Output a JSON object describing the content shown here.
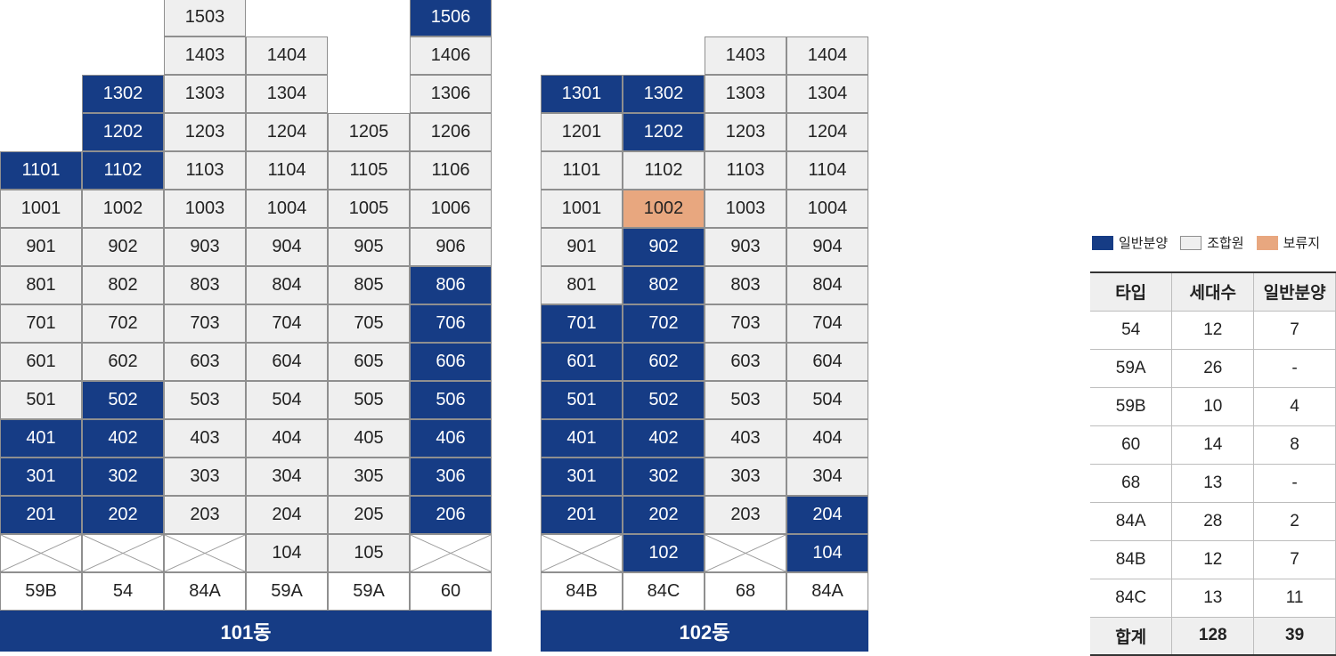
{
  "colors": {
    "general": "#163c85",
    "member": "#efefef",
    "reserve": "#e8a77f"
  },
  "buildings": [
    {
      "name": "101동",
      "columns": [
        {
          "type": "59B",
          "cells": [
            {
              "u": "1101",
              "s": "general"
            },
            {
              "u": "1001",
              "s": "member"
            },
            {
              "u": "901",
              "s": "member"
            },
            {
              "u": "801",
              "s": "member"
            },
            {
              "u": "701",
              "s": "member"
            },
            {
              "u": "601",
              "s": "member"
            },
            {
              "u": "501",
              "s": "member"
            },
            {
              "u": "401",
              "s": "general"
            },
            {
              "u": "301",
              "s": "general"
            },
            {
              "u": "201",
              "s": "general"
            },
            {
              "u": "",
              "s": "cross"
            }
          ]
        },
        {
          "type": "54",
          "cells": [
            {
              "u": "1302",
              "s": "general"
            },
            {
              "u": "1202",
              "s": "general"
            },
            {
              "u": "1102",
              "s": "general"
            },
            {
              "u": "1002",
              "s": "member"
            },
            {
              "u": "902",
              "s": "member"
            },
            {
              "u": "802",
              "s": "member"
            },
            {
              "u": "702",
              "s": "member"
            },
            {
              "u": "602",
              "s": "member"
            },
            {
              "u": "502",
              "s": "general"
            },
            {
              "u": "402",
              "s": "general"
            },
            {
              "u": "302",
              "s": "general"
            },
            {
              "u": "202",
              "s": "general"
            },
            {
              "u": "",
              "s": "cross"
            }
          ]
        },
        {
          "type": "84A",
          "cells": [
            {
              "u": "1503",
              "s": "member"
            },
            {
              "u": "1403",
              "s": "member"
            },
            {
              "u": "1303",
              "s": "member"
            },
            {
              "u": "1203",
              "s": "member"
            },
            {
              "u": "1103",
              "s": "member"
            },
            {
              "u": "1003",
              "s": "member"
            },
            {
              "u": "903",
              "s": "member"
            },
            {
              "u": "803",
              "s": "member"
            },
            {
              "u": "703",
              "s": "member"
            },
            {
              "u": "603",
              "s": "member"
            },
            {
              "u": "503",
              "s": "member"
            },
            {
              "u": "403",
              "s": "member"
            },
            {
              "u": "303",
              "s": "member"
            },
            {
              "u": "203",
              "s": "member"
            },
            {
              "u": "",
              "s": "cross"
            }
          ]
        },
        {
          "type": "59A",
          "cells": [
            {
              "u": "1404",
              "s": "member"
            },
            {
              "u": "1304",
              "s": "member"
            },
            {
              "u": "1204",
              "s": "member"
            },
            {
              "u": "1104",
              "s": "member"
            },
            {
              "u": "1004",
              "s": "member"
            },
            {
              "u": "904",
              "s": "member"
            },
            {
              "u": "804",
              "s": "member"
            },
            {
              "u": "704",
              "s": "member"
            },
            {
              "u": "604",
              "s": "member"
            },
            {
              "u": "504",
              "s": "member"
            },
            {
              "u": "404",
              "s": "member"
            },
            {
              "u": "304",
              "s": "member"
            },
            {
              "u": "204",
              "s": "member"
            },
            {
              "u": "104",
              "s": "member"
            }
          ]
        },
        {
          "type": "59A",
          "cells": [
            {
              "u": "1205",
              "s": "member"
            },
            {
              "u": "1105",
              "s": "member"
            },
            {
              "u": "1005",
              "s": "member"
            },
            {
              "u": "905",
              "s": "member"
            },
            {
              "u": "805",
              "s": "member"
            },
            {
              "u": "705",
              "s": "member"
            },
            {
              "u": "605",
              "s": "member"
            },
            {
              "u": "505",
              "s": "member"
            },
            {
              "u": "405",
              "s": "member"
            },
            {
              "u": "305",
              "s": "member"
            },
            {
              "u": "205",
              "s": "member"
            },
            {
              "u": "105",
              "s": "member"
            }
          ]
        },
        {
          "type": "60",
          "cells": [
            {
              "u": "1506",
              "s": "general"
            },
            {
              "u": "1406",
              "s": "member"
            },
            {
              "u": "1306",
              "s": "member"
            },
            {
              "u": "1206",
              "s": "member"
            },
            {
              "u": "1106",
              "s": "member"
            },
            {
              "u": "1006",
              "s": "member"
            },
            {
              "u": "906",
              "s": "member"
            },
            {
              "u": "806",
              "s": "general"
            },
            {
              "u": "706",
              "s": "general"
            },
            {
              "u": "606",
              "s": "general"
            },
            {
              "u": "506",
              "s": "general"
            },
            {
              "u": "406",
              "s": "general"
            },
            {
              "u": "306",
              "s": "general"
            },
            {
              "u": "206",
              "s": "general"
            },
            {
              "u": "",
              "s": "cross"
            }
          ]
        }
      ]
    },
    {
      "name": "102동",
      "columns": [
        {
          "type": "84B",
          "cells": [
            {
              "u": "1301",
              "s": "general"
            },
            {
              "u": "1201",
              "s": "member"
            },
            {
              "u": "1101",
              "s": "member"
            },
            {
              "u": "1001",
              "s": "member"
            },
            {
              "u": "901",
              "s": "member"
            },
            {
              "u": "801",
              "s": "member"
            },
            {
              "u": "701",
              "s": "general"
            },
            {
              "u": "601",
              "s": "general"
            },
            {
              "u": "501",
              "s": "general"
            },
            {
              "u": "401",
              "s": "general"
            },
            {
              "u": "301",
              "s": "general"
            },
            {
              "u": "201",
              "s": "general"
            },
            {
              "u": "",
              "s": "cross"
            }
          ]
        },
        {
          "type": "84C",
          "cells": [
            {
              "u": "1302",
              "s": "general"
            },
            {
              "u": "1202",
              "s": "general"
            },
            {
              "u": "1102",
              "s": "member"
            },
            {
              "u": "1002",
              "s": "reserve"
            },
            {
              "u": "902",
              "s": "general"
            },
            {
              "u": "802",
              "s": "general"
            },
            {
              "u": "702",
              "s": "general"
            },
            {
              "u": "602",
              "s": "general"
            },
            {
              "u": "502",
              "s": "general"
            },
            {
              "u": "402",
              "s": "general"
            },
            {
              "u": "302",
              "s": "general"
            },
            {
              "u": "202",
              "s": "general"
            },
            {
              "u": "102",
              "s": "general"
            }
          ]
        },
        {
          "type": "68",
          "cells": [
            {
              "u": "1403",
              "s": "member"
            },
            {
              "u": "1303",
              "s": "member"
            },
            {
              "u": "1203",
              "s": "member"
            },
            {
              "u": "1103",
              "s": "member"
            },
            {
              "u": "1003",
              "s": "member"
            },
            {
              "u": "903",
              "s": "member"
            },
            {
              "u": "803",
              "s": "member"
            },
            {
              "u": "703",
              "s": "member"
            },
            {
              "u": "603",
              "s": "member"
            },
            {
              "u": "503",
              "s": "member"
            },
            {
              "u": "403",
              "s": "member"
            },
            {
              "u": "303",
              "s": "member"
            },
            {
              "u": "203",
              "s": "member"
            },
            {
              "u": "",
              "s": "cross"
            }
          ]
        },
        {
          "type": "84A",
          "cells": [
            {
              "u": "1404",
              "s": "member"
            },
            {
              "u": "1304",
              "s": "member"
            },
            {
              "u": "1204",
              "s": "member"
            },
            {
              "u": "1104",
              "s": "member"
            },
            {
              "u": "1004",
              "s": "member"
            },
            {
              "u": "904",
              "s": "member"
            },
            {
              "u": "804",
              "s": "member"
            },
            {
              "u": "704",
              "s": "member"
            },
            {
              "u": "604",
              "s": "member"
            },
            {
              "u": "504",
              "s": "member"
            },
            {
              "u": "404",
              "s": "member"
            },
            {
              "u": "304",
              "s": "member"
            },
            {
              "u": "204",
              "s": "general"
            },
            {
              "u": "104",
              "s": "general"
            }
          ]
        }
      ]
    }
  ],
  "legend": {
    "general": "일반분양",
    "member": "조합원",
    "reserve": "보류지"
  },
  "summary": {
    "headers": [
      "타입",
      "세대수",
      "일반분양"
    ],
    "rows": [
      [
        "54",
        "12",
        "7"
      ],
      [
        "59A",
        "26",
        "-"
      ],
      [
        "59B",
        "10",
        "4"
      ],
      [
        "60",
        "14",
        "8"
      ],
      [
        "68",
        "13",
        "-"
      ],
      [
        "84A",
        "28",
        "2"
      ],
      [
        "84B",
        "12",
        "7"
      ],
      [
        "84C",
        "13",
        "11"
      ]
    ],
    "total": [
      "합계",
      "128",
      "39"
    ]
  }
}
